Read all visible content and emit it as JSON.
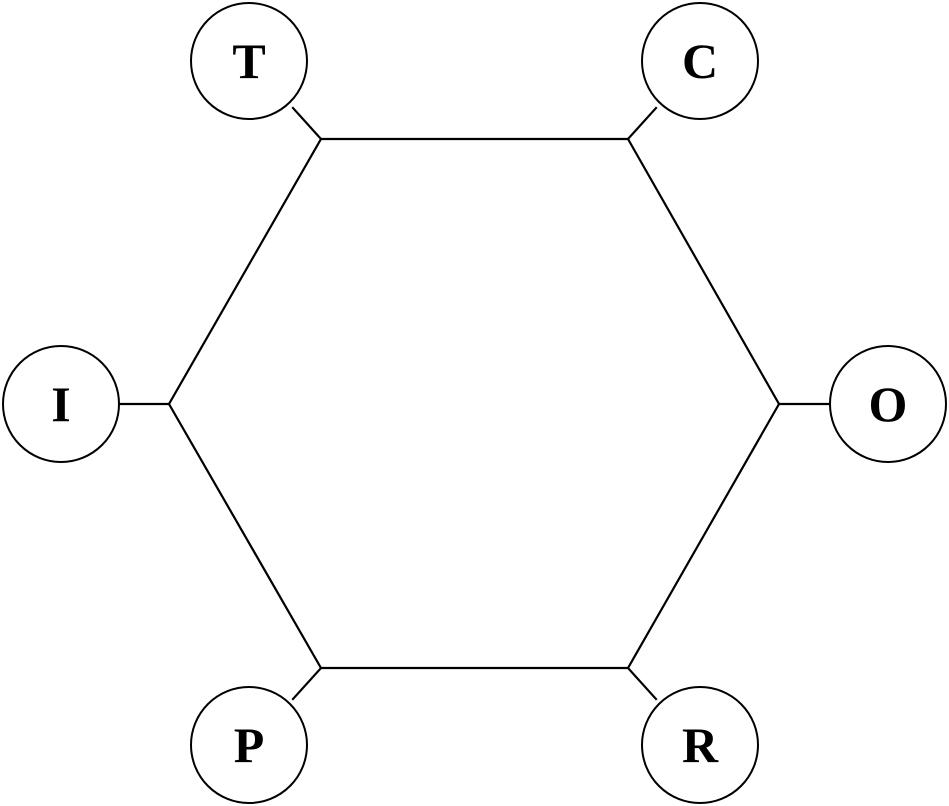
{
  "diagram": {
    "nodes": [
      {
        "id": "top-left",
        "label": "T"
      },
      {
        "id": "top-right",
        "label": "C"
      },
      {
        "id": "left",
        "label": "I"
      },
      {
        "id": "right",
        "label": "O"
      },
      {
        "id": "bottom-left",
        "label": "P"
      },
      {
        "id": "bottom-right",
        "label": "R"
      }
    ],
    "colors": {
      "stroke": "#000000",
      "fill": "#ffffff"
    }
  }
}
